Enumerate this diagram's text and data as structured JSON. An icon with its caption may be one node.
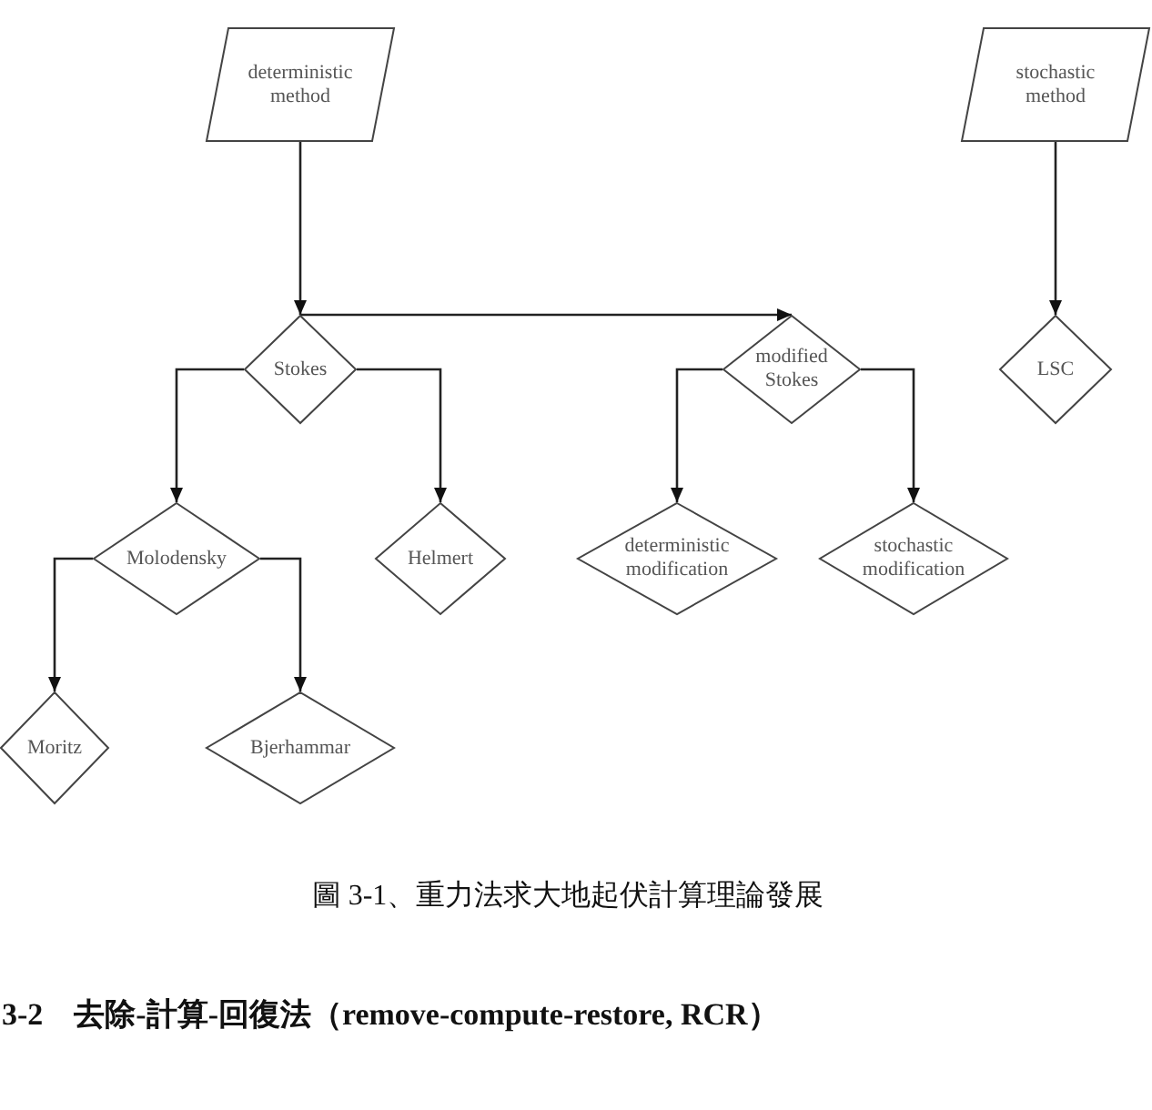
{
  "diagram": {
    "caption": "圖 3-1、重力法求大地起伏計算理論發展",
    "nodes": [
      {
        "text": [
          "deterministic method"
        ]
      },
      {
        "text": [
          "stochastic method"
        ]
      },
      {
        "text": [
          "Stokes"
        ]
      },
      {
        "text": [
          "modified Stokes"
        ]
      },
      {
        "text": [
          "LSC"
        ]
      },
      {
        "text": [
          "Molodensky"
        ]
      },
      {
        "text": [
          "Helmert"
        ]
      },
      {
        "text": [
          "deterministic modification"
        ]
      },
      {
        "text": [
          "stochastic modification"
        ]
      },
      {
        "text": [
          "Moritz"
        ]
      },
      {
        "text": [
          "Bjerhammar"
        ]
      }
    ],
    "edges": [
      {
        "from": 0,
        "to": 2,
        "arrow": "to"
      },
      {
        "from": 2,
        "to": 3,
        "arrow": "to"
      },
      {
        "from": 1,
        "to": 4,
        "arrow": "to"
      },
      {
        "from": 2,
        "to": 5,
        "arrow": "to"
      },
      {
        "from": 2,
        "to": 6,
        "arrow": "to"
      },
      {
        "from": 3,
        "to": 7,
        "arrow": "to"
      },
      {
        "from": 3,
        "to": 8,
        "arrow": "to"
      },
      {
        "from": 5,
        "to": 9,
        "arrow": "to"
      },
      {
        "from": 5,
        "to": 10,
        "arrow": "to"
      }
    ],
    "labels": [
      "3-2　去除-計算-回復法（remove-compute-restore, RCR）"
    ]
  }
}
